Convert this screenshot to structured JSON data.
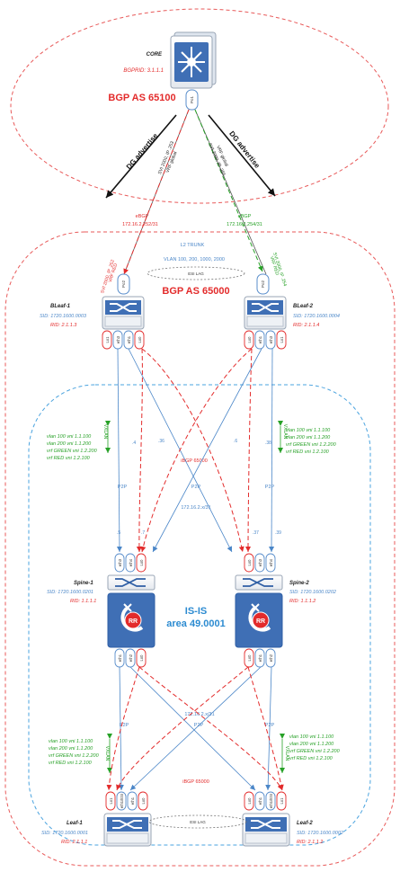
{
  "core": {
    "name": "CORE",
    "bgprid": "BGPRID: 3.1.1.1",
    "as": "BGP AS 65100",
    "port": "Po1"
  },
  "left_uplink": {
    "dg": "DG advertise",
    "svi_core": "SVI 2000, IP .253",
    "vrf_core": "VRF global",
    "ebgp": "eBGP",
    "subnet": "172.16.2.252/31",
    "svi_leaf": "SVI 2000, IP .252",
    "vrf_leaf": "VRF RED"
  },
  "right_uplink": {
    "dg": "DG advertise",
    "svi_core": "SVI 2000, IP .255",
    "vrf_core": "VRF global",
    "ebgp": "eBGP",
    "subnet": "172.16.2.254/31",
    "svi_leaf": "SVI 2000, IP .254",
    "vrf_leaf": "VRF RED"
  },
  "trunk": {
    "title": "L2 TRUNK",
    "vlans": "VLAN 100, 200, 1000, 2000",
    "esi_top": "ESI LAG",
    "esi_bottom": "ESI LAG"
  },
  "fabric_as": "BGP AS 65000",
  "bleaf1": {
    "name": "BLeaf-1",
    "sid": "SID: 1720.1600.0003",
    "rid": "RID: 2.1.1.3",
    "po": "Po2",
    "ports": [
      "Lo1",
      "eth3",
      "eth1",
      "Lo0"
    ],
    "vxlan": "VXLAN",
    "vnis": [
      "vlan 100 vni 1.1.100",
      "vlan 200 vni 1.1.200",
      "vrf GREEN vni 1.2.200",
      "vrf RED vni 1.2.100"
    ],
    "ip_down_left": ".4",
    "ip_down_right": ".36"
  },
  "bleaf2": {
    "name": "BLeaf-2",
    "sid": "SID: 1720.1600.0004",
    "rid": "RID: 2.1.1.4",
    "po": "Po2",
    "ports": [
      "Lo0",
      "eth1",
      "eth3",
      "Lo1"
    ],
    "vxlan": "VXLAN",
    "vnis": [
      "vlan 100 vni 1.1.100",
      "vlan 200 vni 1.1.200",
      "vrf GREEN vni 1.2.200",
      "vrf RED vni 1.2.100"
    ],
    "ip_down_left": ".6",
    "ip_down_right": ".38"
  },
  "mid": {
    "ibgp": "iBGP 65000",
    "p2p_left": "P2P",
    "p2p_center": "P2P",
    "p2p_right": "P2P",
    "subnet": "172.16.2.x/31",
    "ip_s1_left": ".5",
    "ip_s1_right": ".7",
    "ip_s2_left": ".37",
    "ip_s2_right": ".39"
  },
  "spine1": {
    "name": "Spine-1",
    "sid": "SID: 1720.1600.0201",
    "rid": "RID: 1.1.1.1",
    "top_ports": [
      "eth3",
      "eth4",
      "Lo0"
    ],
    "bottom_ports": [
      "eth1",
      "eth2",
      "Lo0"
    ],
    "rr": "RR"
  },
  "spine2": {
    "name": "Spine-2",
    "sid": "SID: 1720.1600.0202",
    "rid": "RID: 1.1.1.2",
    "top_ports": [
      "Lo0",
      "eth3",
      "eth4"
    ],
    "bottom_ports": [
      "Lo0",
      "eth1",
      "eth2"
    ],
    "rr": "RR"
  },
  "isis": {
    "title": "IS-IS",
    "area": "area 49.0001"
  },
  "lower": {
    "subnet": "172.16.2.x/31",
    "p2p_left": "P2P",
    "p2p_center": "P2P",
    "p2p_right": "P2P",
    "ibgp": "iBGP 65000"
  },
  "leaf1": {
    "name": "Leaf-1",
    "sid": "SID: 1720.1600.0001",
    "rid": "RID: 2.1.1.1",
    "ports": [
      "Lo1",
      "eth1/ESI",
      "eth1",
      "Lo0"
    ],
    "vxlan": "VXLAN",
    "vnis": [
      "vlan 100 vni 1.1.100",
      "vlan 200 vni 1.1.200",
      "vrf GREEN vni 1.2.200",
      "vrf RED vni 1.2.100"
    ]
  },
  "leaf2": {
    "name": "Leaf-2",
    "sid": "SID: 1720.1600.0002",
    "rid": "RID: 2.1.1.2",
    "ports": [
      "Lo0",
      "eth1",
      "eth1/ESI",
      "Lo1"
    ],
    "vxlan": "VXLAN",
    "vnis": [
      "vlan 100 vni 1.1.100",
      "vlan 200 vni 1.1.200",
      "vrf GREEN vni 1.2.200",
      "vrf RED vni 1.2.100"
    ]
  }
}
